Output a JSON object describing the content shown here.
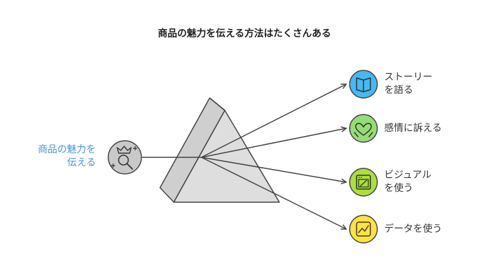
{
  "title": "商品の魅力を伝える方法はたくさんある",
  "input": {
    "label_line1": "商品の魅力を",
    "label_line2": "伝える",
    "icon": "crown-magnifier-icon"
  },
  "outputs": [
    {
      "line1": "ストーリー",
      "line2": "を語る",
      "icon": "book-icon",
      "color": "#49b8ef"
    },
    {
      "line1": "感情に訴える",
      "line2": "",
      "icon": "heart-hands-icon",
      "color": "#98db79"
    },
    {
      "line1": "ビジュアル",
      "line2": "を使う",
      "icon": "picture-icon",
      "color": "#aedd43"
    },
    {
      "line1": "データを使う",
      "line2": "",
      "icon": "chart-icon",
      "color": "#fbe14a"
    }
  ],
  "colors": {
    "accent": "#4a90e2",
    "prism_face": "#d9d9d9",
    "stroke": "#444444"
  }
}
